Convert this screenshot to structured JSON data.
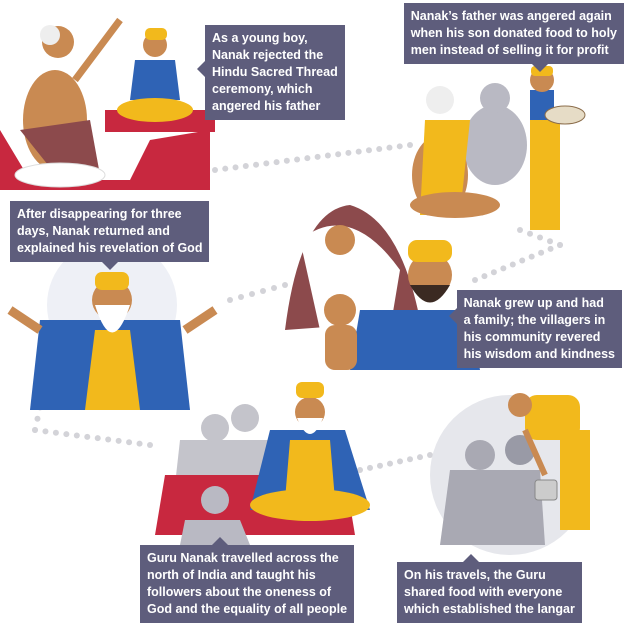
{
  "captions": [
    {
      "text": "As a young boy,\nNanak rejected the\nHindu Sacred Thread\nceremony, which\nangered his father"
    },
    {
      "text": "Nanak’s father was angered again\nwhen his son donated food to holy\nmen instead of selling it for profit"
    },
    {
      "text": "After disappearing for three\ndays, Nanak returned and\nexplained his revelation of God"
    },
    {
      "text": "Nanak grew up and had\na family; the villagers in\nhis community revered\nhis wisdom and kindness"
    },
    {
      "text": "Guru Nanak travelled across the\nnorth of India and taught his\nfollowers about the oneness of\nGod and the equality of all people"
    },
    {
      "text": "On his travels, the Guru\nshared food with everyone\nwhich established the langar"
    }
  ],
  "colors": {
    "caption_bg": "#5e5d7c",
    "saffron": "#f2b91c",
    "blue": "#2f63b5",
    "path_dots": "#d3d3d8",
    "red_mat": "#c8283f"
  }
}
